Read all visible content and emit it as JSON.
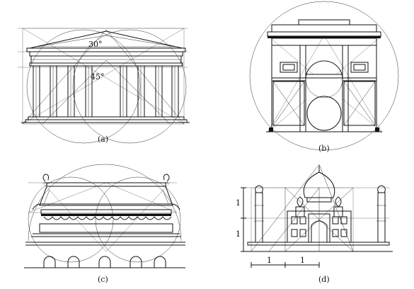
{
  "figure": {
    "panels": [
      {
        "id": "a",
        "caption": "(a)",
        "annotations": [
          "30°",
          "45°"
        ]
      },
      {
        "id": "b",
        "caption": "(b)",
        "annotations": []
      },
      {
        "id": "c",
        "caption": "(c)",
        "annotations": []
      },
      {
        "id": "d",
        "caption": "(d)",
        "annotations": [
          "1",
          "1",
          "1",
          "1"
        ]
      }
    ]
  }
}
